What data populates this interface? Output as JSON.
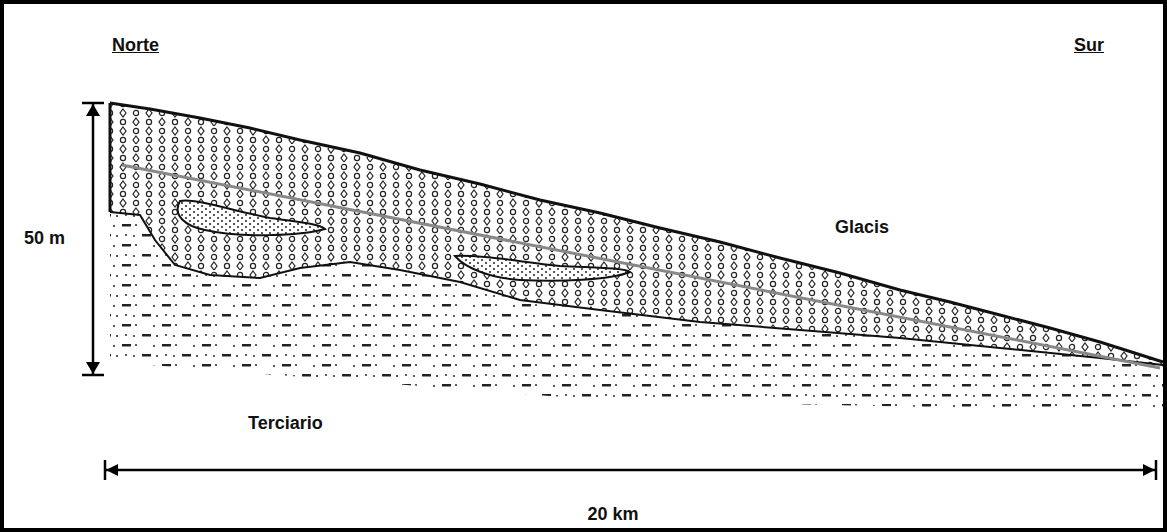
{
  "diagram": {
    "labels": [
      "Norte",
      "Sur",
      "50 m",
      "Glacis",
      "Terciario",
      "20 km"
    ]
  }
}
